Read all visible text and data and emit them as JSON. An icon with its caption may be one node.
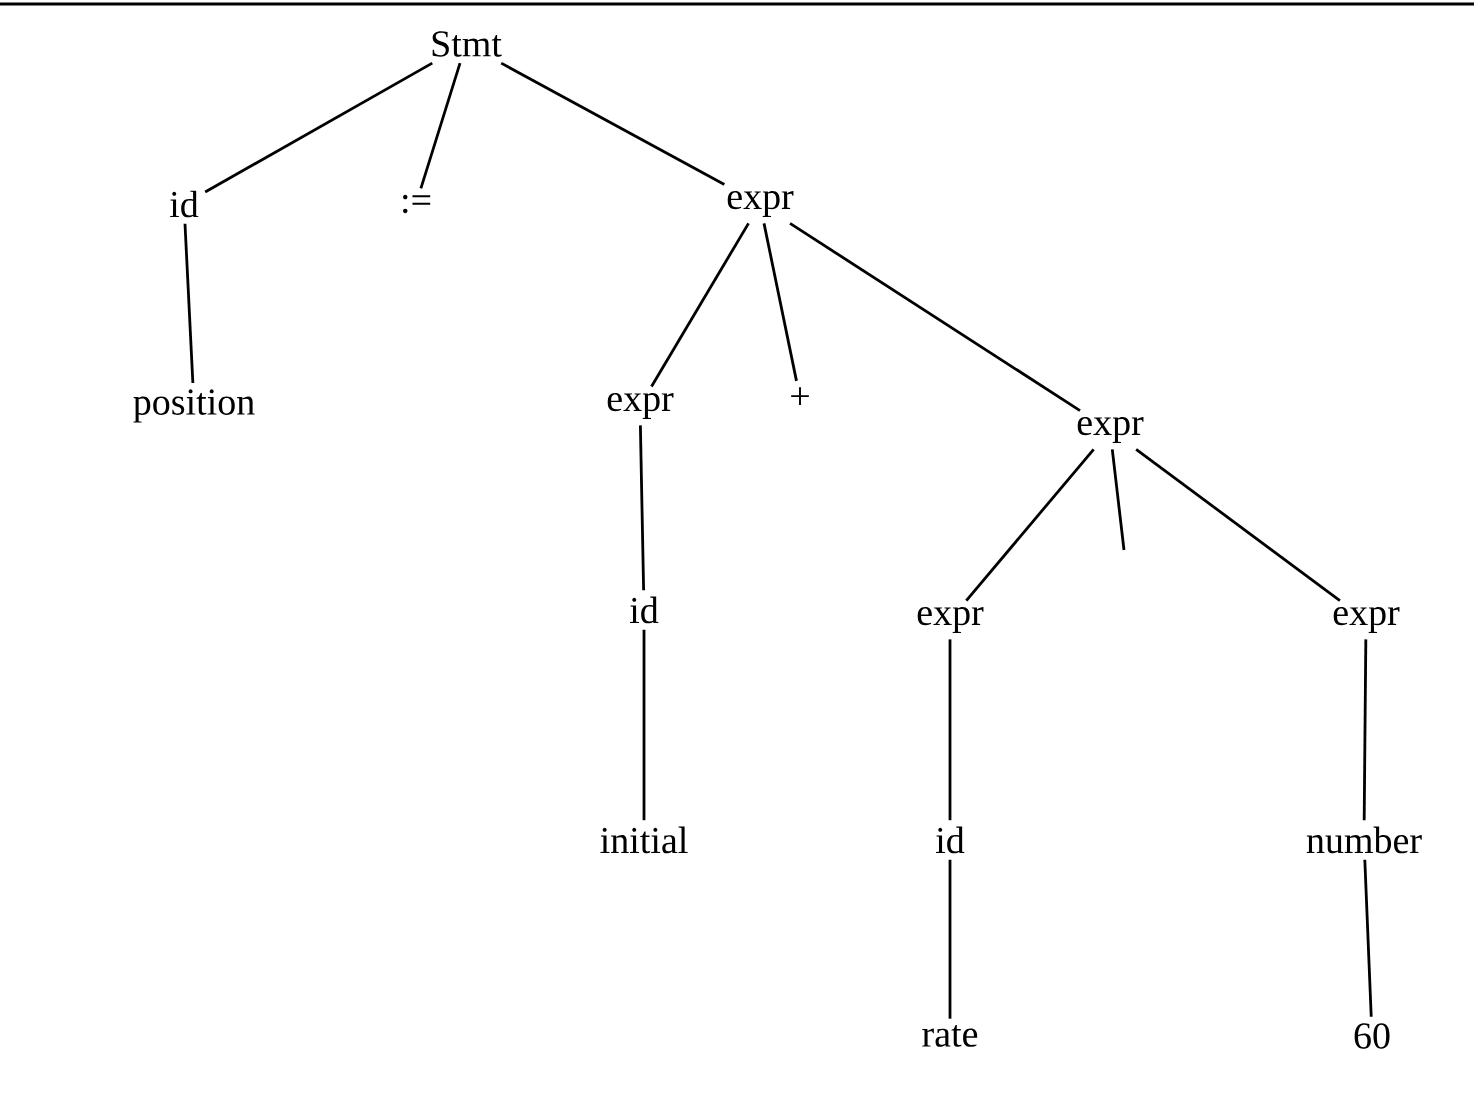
{
  "diagram": {
    "nodes": [
      {
        "text": [
          "Stmt"
        ]
      },
      {
        "text": [
          "id"
        ]
      },
      {
        "text": [
          ":="
        ]
      },
      {
        "text": [
          "expr"
        ]
      },
      {
        "text": [
          "position"
        ]
      },
      {
        "text": [
          "expr"
        ]
      },
      {
        "text": [
          "+"
        ]
      },
      {
        "text": [
          "expr"
        ]
      },
      {
        "text": [
          "id"
        ]
      },
      {
        "text": [
          "expr"
        ]
      },
      {
        "text": [
          "expr"
        ]
      },
      {
        "text": [
          "initial"
        ]
      },
      {
        "text": [
          "id"
        ]
      },
      {
        "text": [
          "number"
        ]
      },
      {
        "text": [
          "rate"
        ]
      },
      {
        "text": [
          "60"
        ]
      }
    ],
    "edges": [
      {
        "from": 0,
        "to": 1,
        "arrow": "none"
      },
      {
        "from": 0,
        "to": 2,
        "arrow": "none"
      },
      {
        "from": 0,
        "to": 3,
        "arrow": "none"
      },
      {
        "from": 1,
        "to": 4,
        "arrow": "none"
      },
      {
        "from": 3,
        "to": 5,
        "arrow": "none"
      },
      {
        "from": 3,
        "to": 6,
        "arrow": "none"
      },
      {
        "from": 3,
        "to": 7,
        "arrow": "none"
      },
      {
        "from": 5,
        "to": 8,
        "arrow": "none"
      },
      {
        "from": 7,
        "to": 9,
        "arrow": "none"
      },
      {
        "from": 7,
        "to": null,
        "arrow": "none"
      },
      {
        "from": 7,
        "to": 10,
        "arrow": "none"
      },
      {
        "from": 8,
        "to": 11,
        "arrow": "none"
      },
      {
        "from": 9,
        "to": 12,
        "arrow": "none"
      },
      {
        "from": 10,
        "to": 13,
        "arrow": "none"
      },
      {
        "from": 12,
        "to": 14,
        "arrow": "none"
      },
      {
        "from": 13,
        "to": 15,
        "arrow": "none"
      }
    ]
  }
}
